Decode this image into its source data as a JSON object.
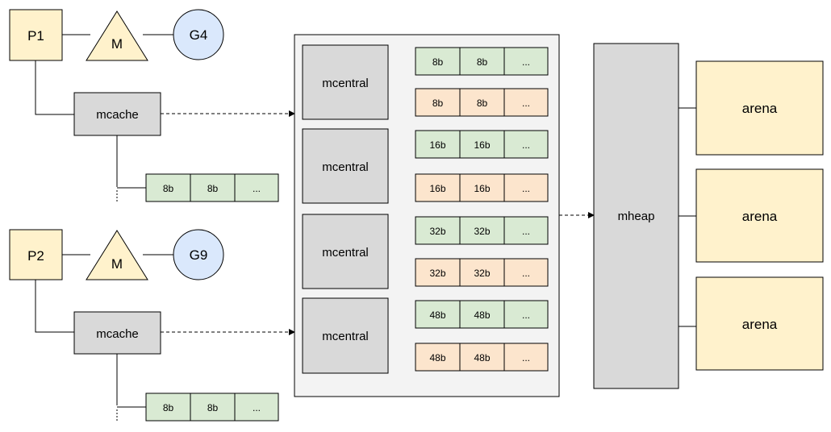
{
  "processors": [
    {
      "p_label": "P1",
      "m_label": "M",
      "g_label": "G4",
      "mcache_label": "mcache",
      "cache_spans": [
        "8b",
        "8b",
        "..."
      ]
    },
    {
      "p_label": "P2",
      "m_label": "M",
      "g_label": "G9",
      "mcache_label": "mcache",
      "cache_spans": [
        "8b",
        "8b",
        "..."
      ]
    }
  ],
  "mcentrals": [
    {
      "label": "mcentral",
      "rows": [
        [
          "8b",
          "8b",
          "..."
        ],
        [
          "8b",
          "8b",
          "..."
        ]
      ]
    },
    {
      "label": "mcentral",
      "rows": [
        [
          "16b",
          "16b",
          "..."
        ],
        [
          "16b",
          "16b",
          "..."
        ]
      ]
    },
    {
      "label": "mcentral",
      "rows": [
        [
          "32b",
          "32b",
          "..."
        ],
        [
          "32b",
          "32b",
          "..."
        ]
      ]
    },
    {
      "label": "mcentral",
      "rows": [
        [
          "48b",
          "48b",
          "..."
        ],
        [
          "48b",
          "48b",
          "..."
        ]
      ]
    }
  ],
  "mheap": {
    "label": "mheap"
  },
  "arenas": [
    {
      "label": "arena"
    },
    {
      "label": "arena"
    },
    {
      "label": "arena"
    }
  ],
  "colors": {
    "p_fill": "#fff2cc",
    "m_fill": "#fff2cc",
    "g_fill": "#dae8fc",
    "box_gray": "#d9d9d9",
    "panel_fill": "#f3f3f3",
    "span_green": "#d9ead3",
    "span_orange": "#fce5cd",
    "arena_fill": "#fff2cc",
    "stroke": "#000000"
  }
}
